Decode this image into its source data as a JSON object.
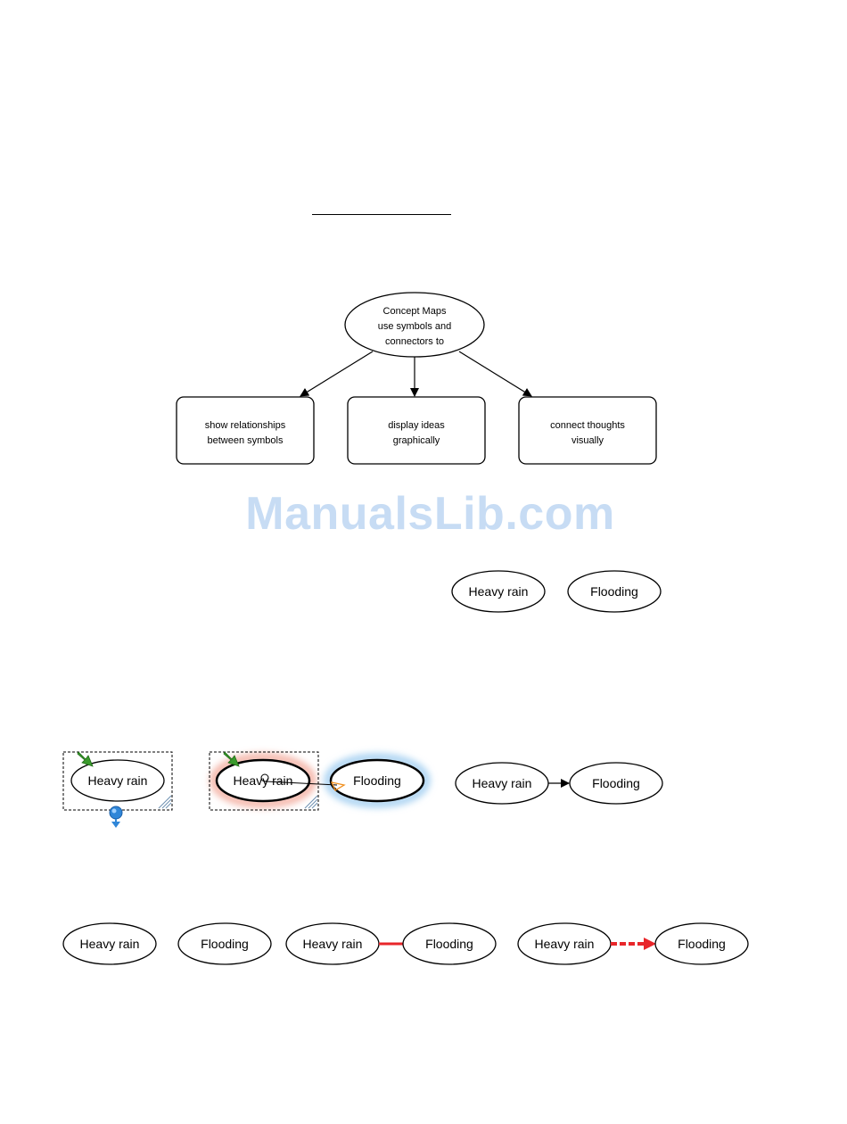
{
  "diagram1": {
    "center": [
      "Concept Maps",
      "use symbols and",
      "connectors to"
    ],
    "boxes": [
      [
        "show relationships",
        "between symbols"
      ],
      [
        "display ideas",
        "graphically"
      ],
      [
        "connect thoughts",
        "visually"
      ]
    ]
  },
  "watermark": "ManualsLib.com",
  "nodes": {
    "heavy_rain": "Heavy rain",
    "flooding": "Flooding"
  },
  "colors": {
    "link_red": "#e8262a",
    "select_glow_red": "#f4b3a6",
    "select_glow_blue": "#a9d2f2",
    "handle_green": "#3a9a2c",
    "handle_blue": "#2f86d8",
    "watermark": "#c7dcf4"
  }
}
